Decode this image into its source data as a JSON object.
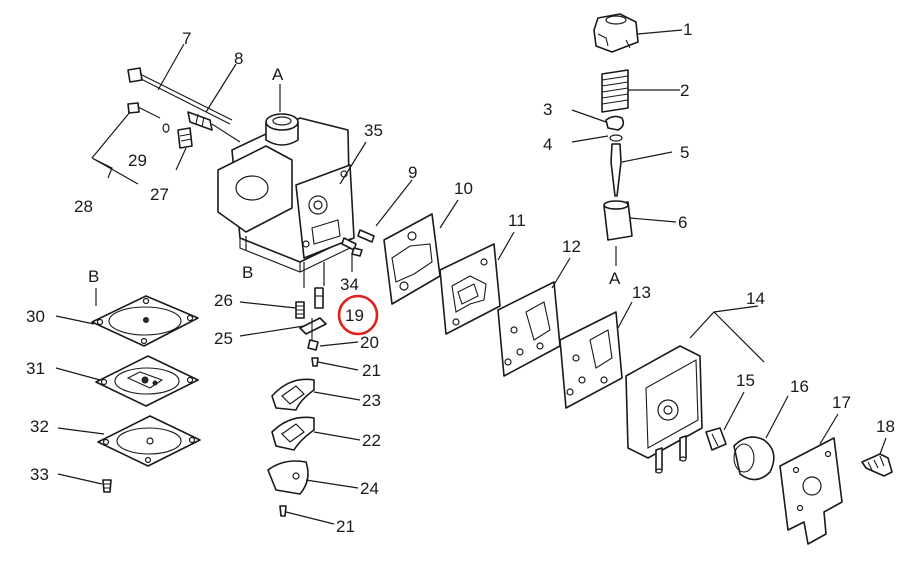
{
  "highlight_color": "#e0201b",
  "line_color": "#1a1a1a",
  "highlighted_part": "19",
  "labels": {
    "p1": "1",
    "p2": "2",
    "p3": "3",
    "p4": "4",
    "p5": "5",
    "p6": "6",
    "p7": "7",
    "p8": "8",
    "p9": "9",
    "p10": "10",
    "p11": "11",
    "p12": "12",
    "p13": "13",
    "p14": "14",
    "p15": "15",
    "p16": "16",
    "p17": "17",
    "p18": "18",
    "p19": "19",
    "p20": "20",
    "p21a": "21",
    "p21b": "21",
    "p22": "22",
    "p23": "23",
    "p24": "24",
    "p25": "25",
    "p26": "26",
    "p27": "27",
    "p28": "28",
    "p29": "29",
    "p30": "30",
    "p31": "31",
    "p32": "32",
    "p33": "33",
    "p34": "34",
    "p35": "35",
    "refA_top": "A",
    "refA_bottom": "A",
    "refB_top": "B",
    "refB_left": "B"
  }
}
